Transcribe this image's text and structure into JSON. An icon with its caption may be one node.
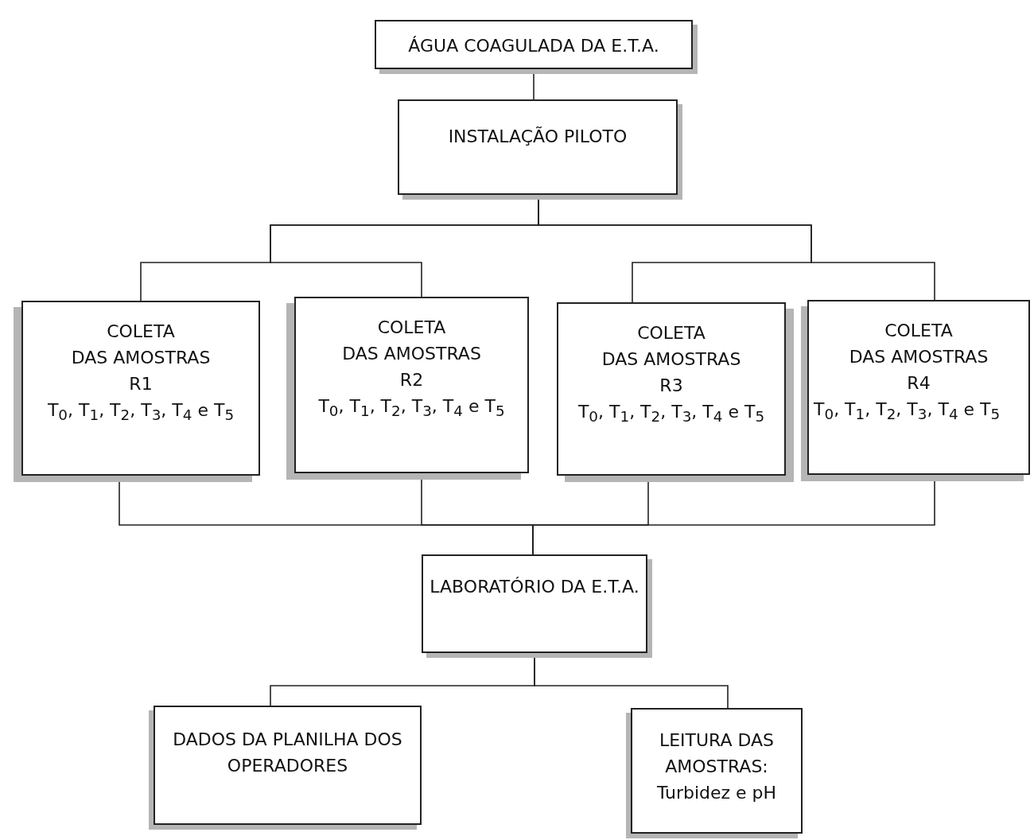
{
  "diagram": {
    "nodes": [
      {
        "text": [
          "ÁGUA COAGULADA DA E.T.A."
        ]
      },
      {
        "text": [
          "INSTALAÇÃO PILOTO"
        ]
      },
      {
        "text": [
          "COLETA",
          "DAS AMOSTRAS",
          "R1",
          "T$_{0}$,  T$_{1}$, T$_{2}$, T$_{3}$, T$_{4}$ e T$_{5}$"
        ]
      },
      {
        "text": [
          "COLETA",
          "DAS AMOSTRAS",
          "R2",
          "T$_{0}$,  T$_{1}$, T$_{2}$, T$_{3}$, T$_{4}$ e T$_{5}$"
        ]
      },
      {
        "text": [
          "COLETA",
          "DAS AMOSTRAS",
          "R3",
          "T$_{0}$,  T$_{1}$, T$_{2}$, T$_{3}$, T$_{4}$ e T$_{5}$"
        ]
      },
      {
        "text": [
          "COLETA",
          "DAS AMOSTRAS",
          "R4",
          "T$_{0}$,  T$_{1}$, T$_{2}$, T$_{3}$, T$_{4}$ e T$_{5}$"
        ]
      },
      {
        "text": [
          "LABORATÓRIO DA E.T.A."
        ]
      },
      {
        "text": [
          "DADOS DA PLANILHA DOS OPERADORES"
        ]
      },
      {
        "text": [
          "LEITURA DAS AMOSTRAS: Turbidez e pH"
        ]
      }
    ],
    "edges": [
      {
        "from": 0,
        "to": 1,
        "arrow": "none"
      },
      {
        "from": 1,
        "to": 2,
        "arrow": "none"
      },
      {
        "from": 1,
        "to": 3,
        "arrow": "none"
      },
      {
        "from": 1,
        "to": 4,
        "arrow": "none"
      },
      {
        "from": 1,
        "to": 5,
        "arrow": "none"
      },
      {
        "from": 2,
        "to": 6,
        "arrow": "none"
      },
      {
        "from": 3,
        "to": 6,
        "arrow": "none"
      },
      {
        "from": 4,
        "to": 6,
        "arrow": "none"
      },
      {
        "from": 5,
        "to": 6,
        "arrow": "none"
      },
      {
        "from": 6,
        "to": 7,
        "arrow": "none"
      },
      {
        "from": 6,
        "to": 8,
        "arrow": "none"
      }
    ]
  }
}
